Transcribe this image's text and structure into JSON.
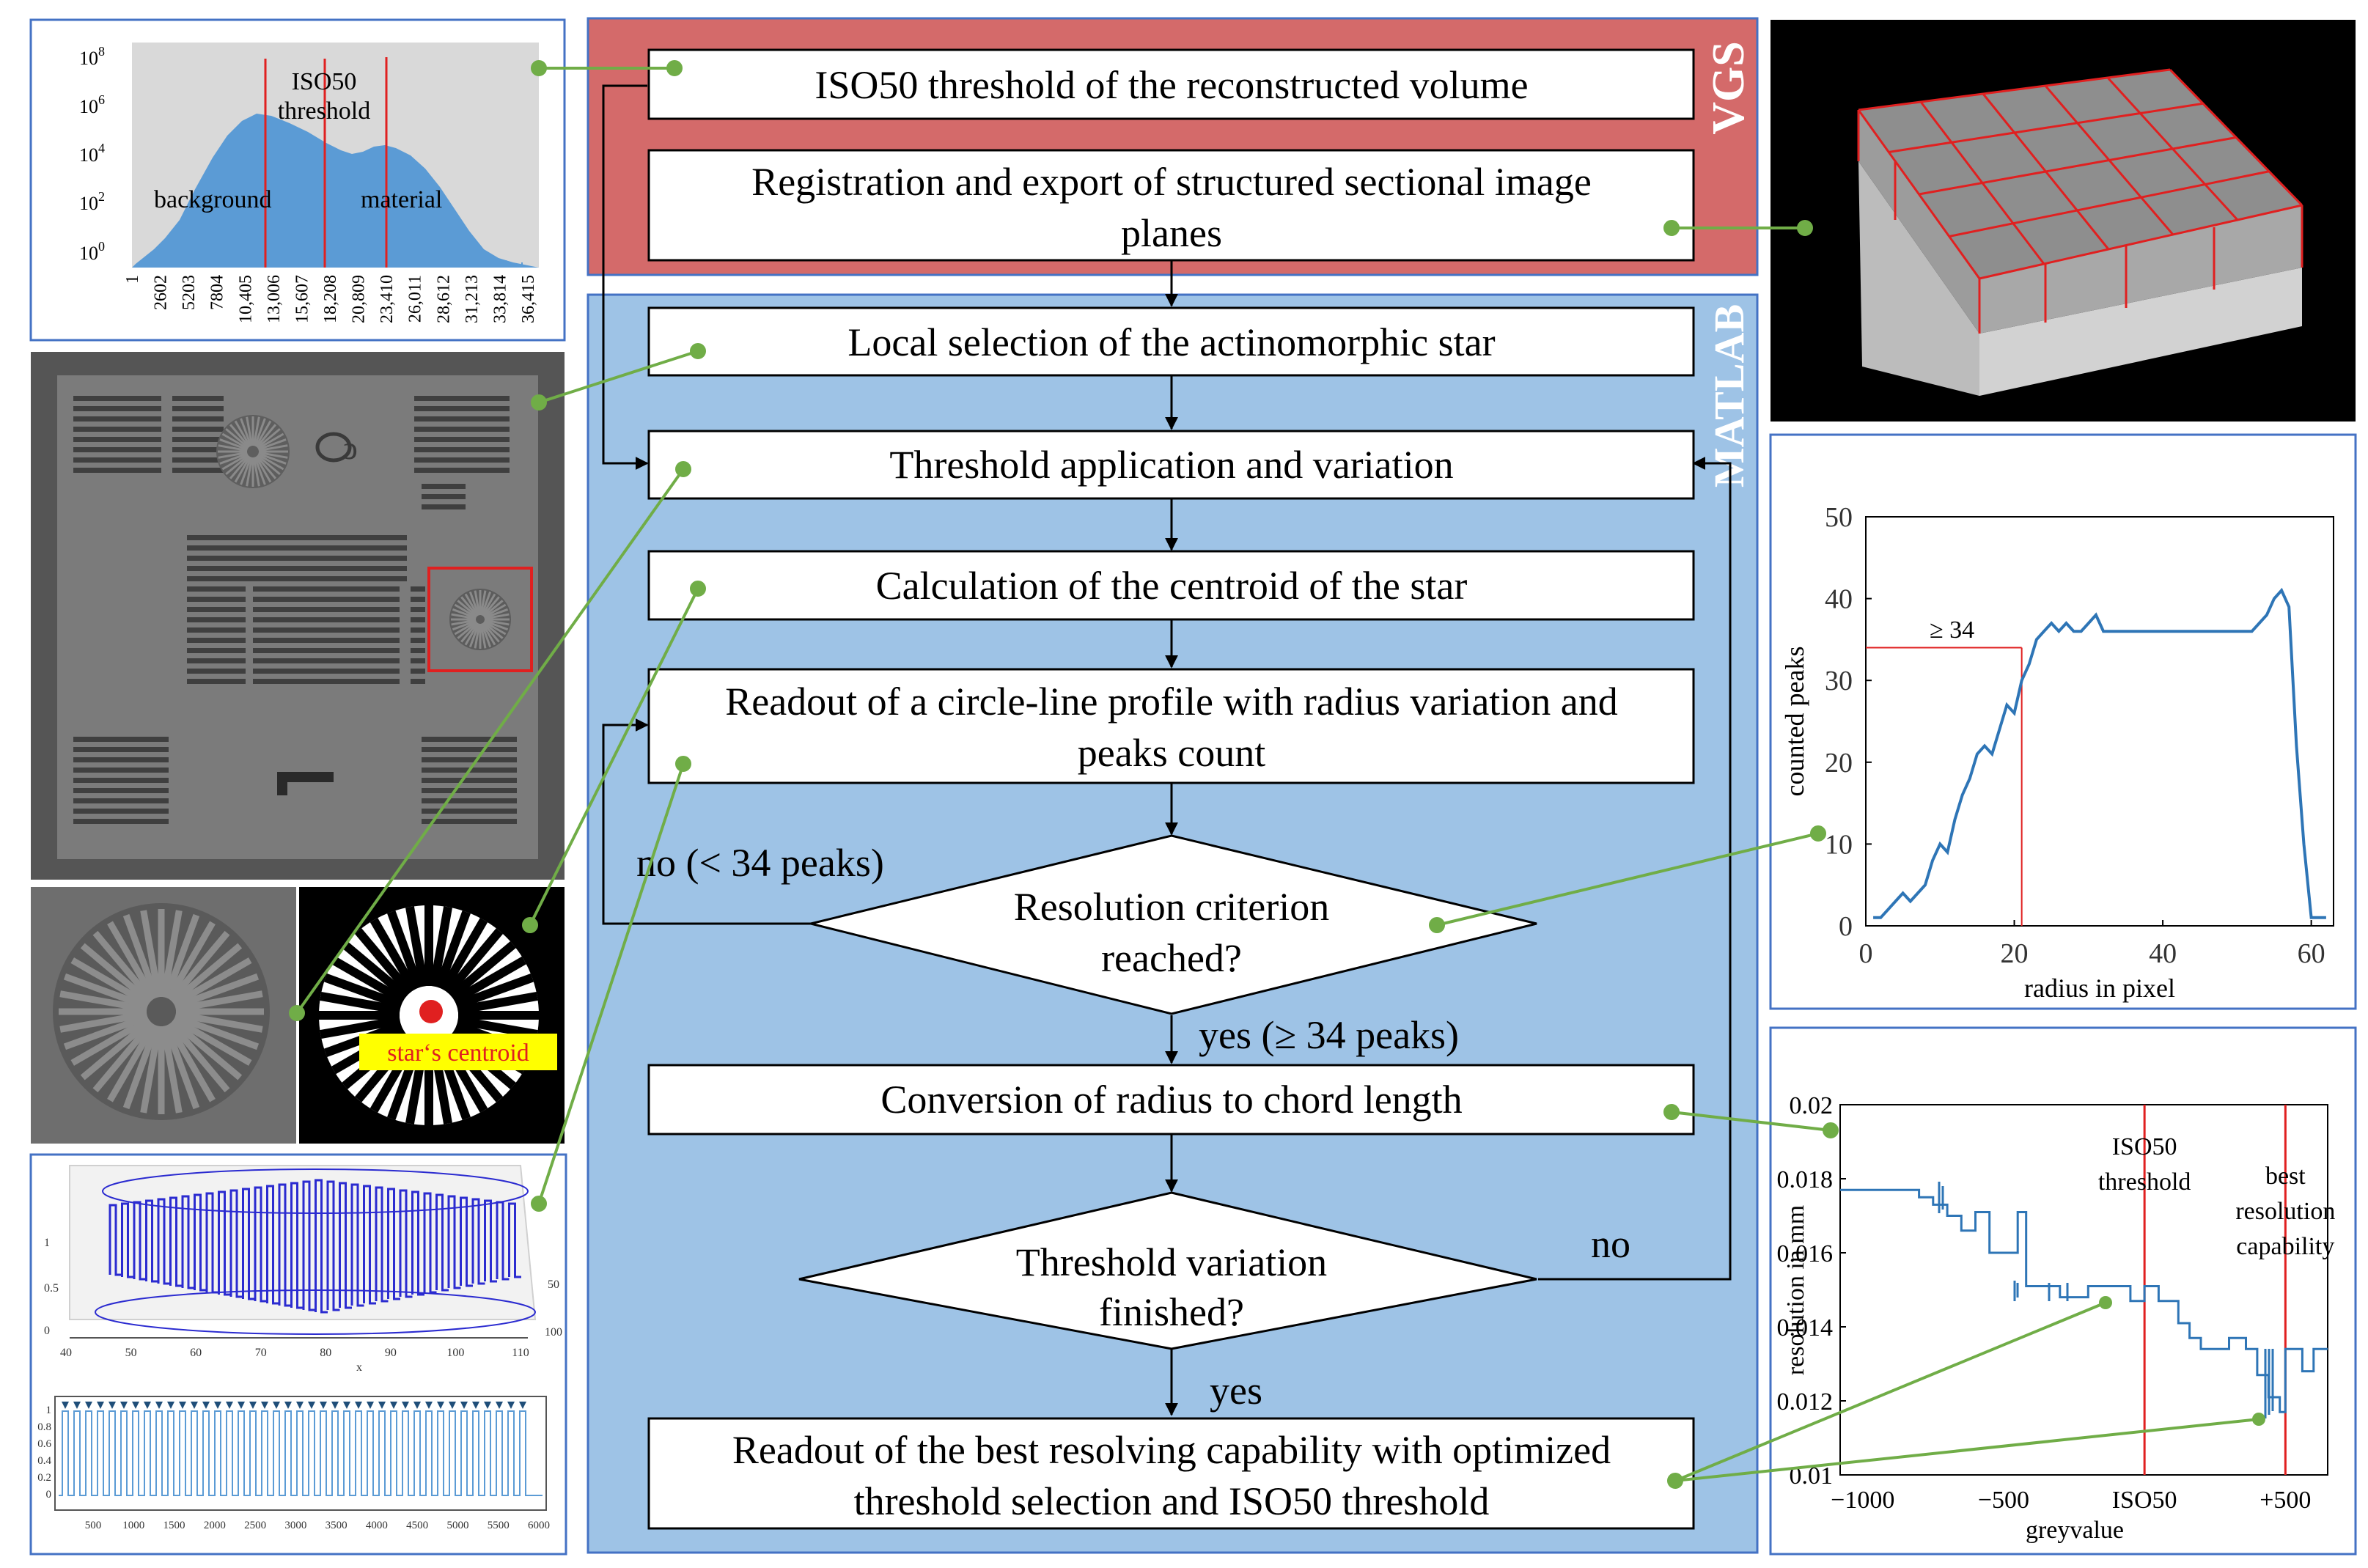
{
  "band_labels": {
    "vgs": "VGS",
    "matlab": "MATLAB"
  },
  "colors": {
    "vgs": "#d46a6a",
    "matlab": "#9ec3e6",
    "connector": "#70ad47",
    "redline": "#e02020",
    "histfill": "#5b9bd5",
    "curve": "#2e75b6"
  },
  "steps": {
    "iso50": "ISO50 threshold of the reconstructed volume",
    "registration": [
      "Registration and export of structured sectional image",
      "planes"
    ],
    "local_selection": "Local  selection of the actinomorphic star",
    "threshold_app": "Threshold application and variation",
    "centroid": "Calculation of the centroid of the star",
    "readout_profile": [
      "Readout of a circle-line profile with radius variation and",
      "peaks count"
    ],
    "criterion": [
      "Resolution criterion",
      "reached?"
    ],
    "conversion": "Conversion of radius to chord length",
    "variation": [
      "Threshold variation",
      "finished?"
    ],
    "best": [
      "Readout of the best resolving capability with optimized",
      "threshold selection and ISO50 threshold"
    ]
  },
  "branches": {
    "no_peaks": "no (< 34 peaks)",
    "yes_peaks": "yes (≥ 34 peaks)",
    "no": "no",
    "yes": "yes"
  },
  "histogram": {
    "y_ticks": [
      {
        "base": "10",
        "exp": "8"
      },
      {
        "base": "10",
        "exp": "6"
      },
      {
        "base": "10",
        "exp": "4"
      },
      {
        "base": "10",
        "exp": "2"
      },
      {
        "base": "10",
        "exp": "0"
      }
    ],
    "x_ticks": [
      "1",
      "2602",
      "5203",
      "7804",
      "10,405",
      "13,006",
      "15,607",
      "18,208",
      "20,809",
      "23,410",
      "26,011",
      "28,612",
      "31,213",
      "33,814",
      "36,415"
    ],
    "annotation": [
      "ISO50",
      "threshold"
    ],
    "label_background": "background",
    "label_material": "material"
  },
  "centroid_label": "star‘s centroid",
  "profile_3d": {
    "z_ticks": [
      "1",
      "0.5",
      "0"
    ],
    "x_ticks": [
      "40",
      "50",
      "60",
      "70",
      "80",
      "90",
      "100",
      "110"
    ],
    "x_label": "x",
    "y_ticks": [
      "50",
      "100"
    ]
  },
  "profile_2d": {
    "y_ticks": [
      "1",
      "0.8",
      "0.6",
      "0.4",
      "0.2",
      "0"
    ],
    "x_ticks": [
      "500",
      "1000",
      "1500",
      "2000",
      "2500",
      "3000",
      "3500",
      "4000",
      "4500",
      "5000",
      "5500",
      "6000"
    ]
  },
  "chart_data": [
    {
      "type": "line",
      "xlabel": "radius in pixel",
      "ylabel": "counted peaks",
      "xlim": [
        0,
        63
      ],
      "ylim": [
        0,
        50
      ],
      "x_ticks": [
        0,
        20,
        40,
        60
      ],
      "y_ticks": [
        0,
        10,
        20,
        30,
        40,
        50
      ],
      "annotation": "≥ 34",
      "marker": {
        "x": 21,
        "y": 34
      },
      "series": [
        {
          "x": [
            1,
            2,
            3,
            4,
            5,
            6,
            7,
            8,
            9,
            10,
            11,
            12,
            13,
            14,
            15,
            16,
            17,
            18,
            19,
            20,
            21,
            22,
            23,
            24,
            25,
            26,
            27,
            28,
            29,
            30,
            31,
            32,
            34,
            36,
            38,
            40,
            42,
            44,
            46,
            48,
            50,
            52,
            53,
            54,
            55,
            56,
            57,
            58,
            59,
            60,
            61,
            62
          ],
          "y": [
            1,
            1,
            2,
            3,
            4,
            3,
            4,
            5,
            8,
            10,
            9,
            13,
            16,
            18,
            21,
            22,
            21,
            24,
            27,
            26,
            30,
            32,
            35,
            36,
            37,
            36,
            37,
            36,
            36,
            37,
            38,
            36,
            36,
            36,
            36,
            36,
            36,
            36,
            36,
            36,
            36,
            36,
            37,
            38,
            40,
            41,
            39,
            22,
            10,
            1,
            1,
            1
          ]
        }
      ]
    },
    {
      "type": "line",
      "xlabel": "greyvalue",
      "ylabel": "resolution  in mm",
      "xlim": [
        -1080,
        650
      ],
      "ylim": [
        0.01,
        0.02
      ],
      "x_tick_labels": [
        "−1000",
        "−500",
        "ISO50",
        "+500"
      ],
      "x_tick_values": [
        -1000,
        -500,
        0,
        500
      ],
      "y_tick_labels": [
        "0.01",
        "0.012",
        "0.014",
        "0.016",
        "0.018",
        "0.02"
      ],
      "y_tick_values": [
        0.01,
        0.012,
        0.014,
        0.016,
        0.018,
        0.02
      ],
      "annotations": [
        {
          "text": [
            "ISO50",
            "threshold"
          ],
          "x": 0
        },
        {
          "text": [
            "best",
            "resolution",
            "capability"
          ],
          "x": 500
        }
      ],
      "series": [
        {
          "x": [
            -1080,
            -800,
            -800,
            -750,
            -750,
            -700,
            -700,
            -650,
            -650,
            -600,
            -600,
            -550,
            -550,
            -450,
            -450,
            -420,
            -420,
            -300,
            -300,
            -200,
            -200,
            -50,
            -50,
            0,
            0,
            50,
            50,
            120,
            120,
            160,
            160,
            200,
            200,
            300,
            300,
            360,
            360,
            400,
            400,
            440,
            440,
            480,
            480,
            500,
            500,
            560,
            560,
            600,
            600,
            650
          ],
          "y": [
            0.0177,
            0.0177,
            0.0175,
            0.0175,
            0.0173,
            0.0173,
            0.017,
            0.017,
            0.0166,
            0.0166,
            0.0171,
            0.0171,
            0.016,
            0.016,
            0.0171,
            0.0171,
            0.0151,
            0.0151,
            0.0148,
            0.0148,
            0.0151,
            0.0151,
            0.0147,
            0.0147,
            0.0151,
            0.0151,
            0.0147,
            0.0147,
            0.0141,
            0.0141,
            0.0137,
            0.0137,
            0.0134,
            0.0134,
            0.0137,
            0.0137,
            0.0134,
            0.0134,
            0.0127,
            0.0127,
            0.0121,
            0.0121,
            0.0117,
            0.0117,
            0.0134,
            0.0134,
            0.0128,
            0.0128,
            0.0134,
            0.0134
          ]
        }
      ]
    }
  ]
}
